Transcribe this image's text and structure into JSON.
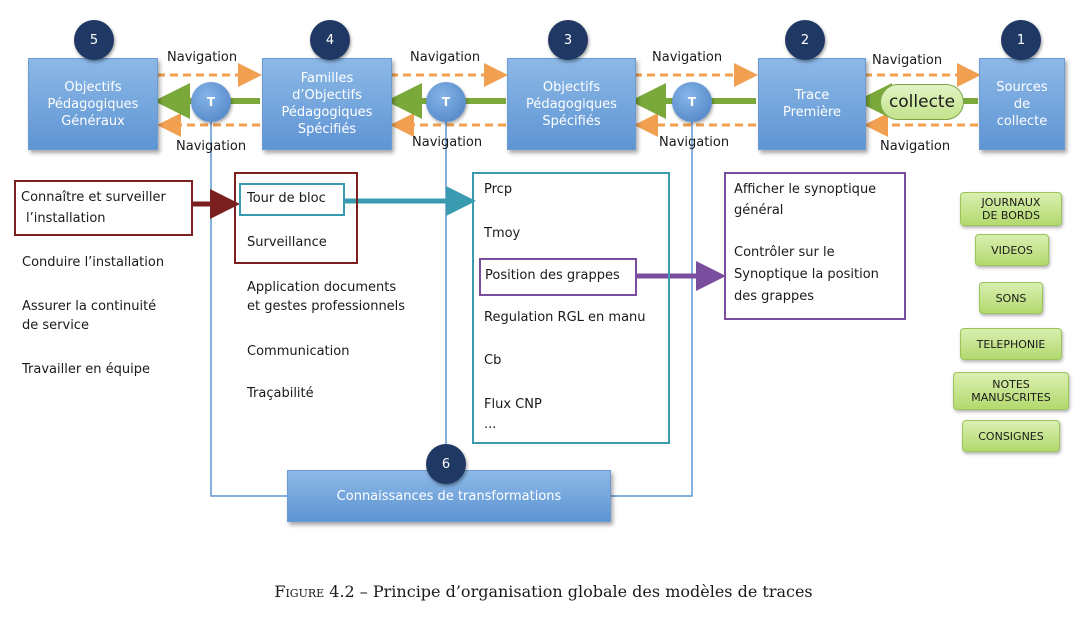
{
  "circles": {
    "c1": "1",
    "c2": "2",
    "c3": "3",
    "c4": "4",
    "c5": "5",
    "c6": "6"
  },
  "boxes": {
    "b5": [
      "Objectifs",
      "Pédagogiques",
      "Généraux"
    ],
    "b4": [
      "Familles",
      "d’Objectifs",
      "Pédagogiques",
      "Spécifiés"
    ],
    "b3": [
      "Objectifs",
      "Pédagogiques",
      "Spécifiés"
    ],
    "b2": [
      "Trace",
      "Première"
    ],
    "b1": [
      "Sources",
      "de",
      "collecte"
    ],
    "b6": "Connaissances de transformations"
  },
  "t_label": "T",
  "navigation_label": "Navigation",
  "collecte_label": "collecte",
  "left_list": {
    "highlighted": [
      "Connaître et surveiller",
      "l’installation"
    ],
    "items": [
      "Conduire l’installation",
      "Assurer la continuité",
      "de service",
      "Travailler en équipe"
    ]
  },
  "middle_list": {
    "highlighted": "Tour de bloc",
    "items": [
      "Surveillance",
      "Application documents",
      "et gestes professionnels",
      "Communication",
      "Traçabilité"
    ]
  },
  "right_list": {
    "items": [
      "Prcp",
      "Tmoy",
      "Regulation RGL en manu",
      "Cb",
      "Flux CNP",
      "..."
    ],
    "highlighted": "Position des grappes"
  },
  "synoptique": [
    "Afficher le synoptique",
    "général",
    "Contrôler sur le",
    "Synoptique la position",
    "des grappes"
  ],
  "sources": [
    "JOURNAUX",
    "DE BORDS",
    "VIDEOS",
    "SONS",
    "TELEPHONIE",
    "NOTES",
    "MANUSCRITES",
    "CONSIGNES"
  ],
  "caption": {
    "label": "Figure 4.2",
    "text": " – Principe d’organisation globale des modèles de traces"
  },
  "colors": {
    "blue_box": "#6b9bd2",
    "dark_circle": "#1f3864",
    "nav_arrow": "#f0a050",
    "green_arrow": "#7aa83a",
    "teal_frame": "#3a9bb0",
    "brown_frame": "#7b1f1f",
    "purple_frame": "#7a4e9e"
  }
}
